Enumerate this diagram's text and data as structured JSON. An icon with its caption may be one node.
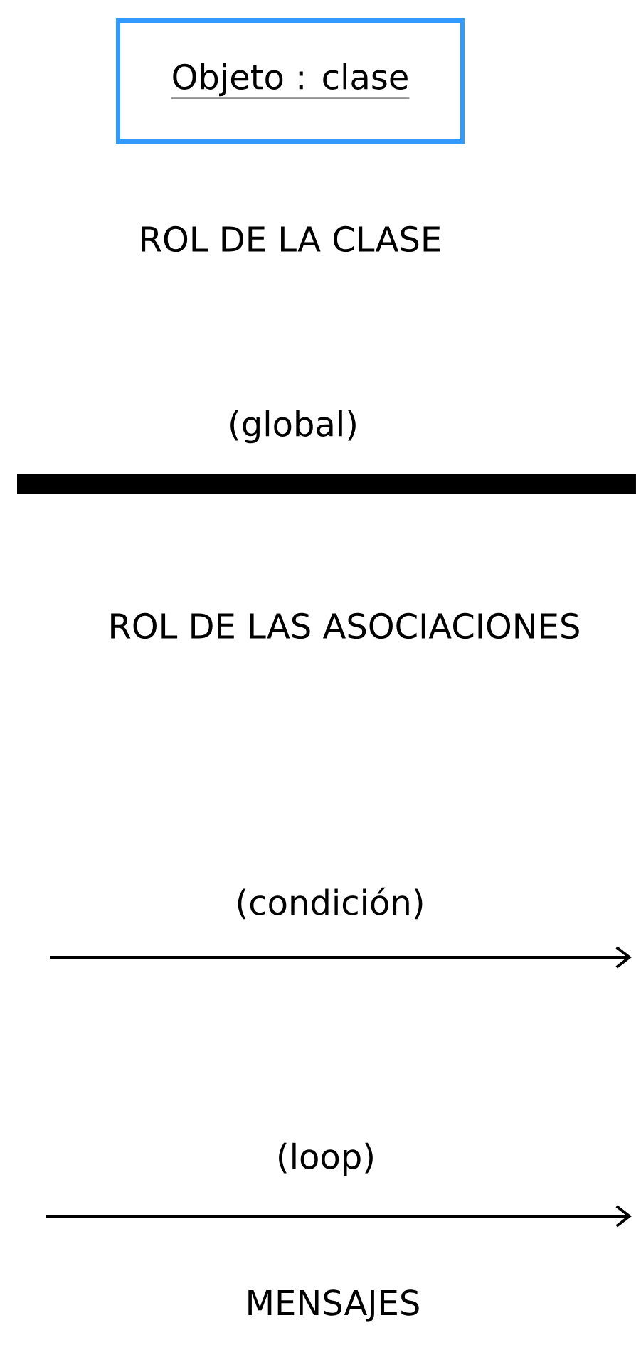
{
  "diagram": {
    "nodes": [
      {
        "text": [
          "Objeto : clase"
        ]
      }
    ],
    "labels": [
      "ROL DE LA CLASE",
      "(global)",
      "ROL DE LAS ASOCIACIONES",
      "(condición)",
      "(loop)",
      "MENSAJES"
    ]
  }
}
